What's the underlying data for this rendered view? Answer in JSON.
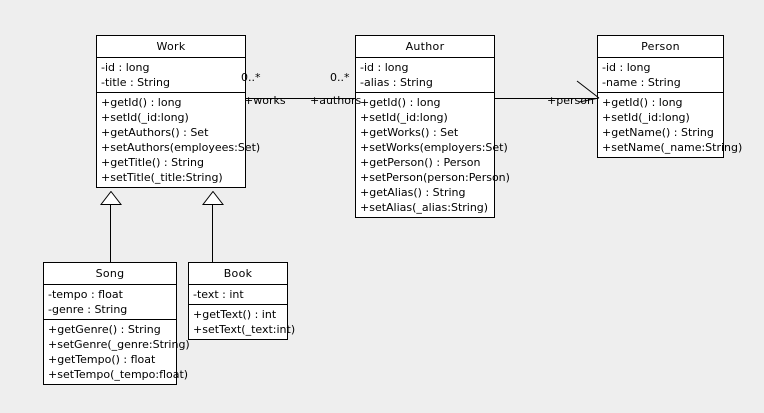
{
  "diagram": {
    "title": "UML Class Diagram",
    "background_color": "#eeeeee",
    "line_color": "#000000",
    "class_fill_color": "#ffffff"
  },
  "classes": {
    "work": {
      "name": "Work",
      "attributes": [
        "-id : long",
        "-title : String"
      ],
      "methods": [
        "+getId() : long",
        "+setId(_id:long)",
        "+getAuthors() : Set",
        "+setAuthors(employees:Set)",
        "+getTitle() : String",
        "+setTitle(_title:String)"
      ]
    },
    "author": {
      "name": "Author",
      "attributes": [
        "-id : long",
        "-alias : String"
      ],
      "methods": [
        "+getId() : long",
        "+setId(_id:long)",
        "+getWorks() : Set",
        "+setWorks(employers:Set)",
        "+getPerson() : Person",
        "+setPerson(person:Person)",
        "+getAlias() : String",
        "+setAlias(_alias:String)"
      ]
    },
    "person": {
      "name": "Person",
      "attributes": [
        "-id : long",
        "-name : String"
      ],
      "methods": [
        "+getId() : long",
        "+setId(_id:long)",
        "+getName() : String",
        "+setName(_name:String)"
      ]
    },
    "song": {
      "name": "Song",
      "attributes": [
        "-tempo : float",
        "-genre : String"
      ],
      "methods": [
        "+getGenre() : String",
        "+setGenre(_genre:String)",
        "+getTempo() : float",
        "+setTempo(_tempo:float)"
      ]
    },
    "book": {
      "name": "Book",
      "attributes": [
        "-text : int"
      ],
      "methods": [
        "+getText() : int",
        "+setText(_text:int)"
      ]
    }
  },
  "relationships": {
    "work_author": {
      "type": "association",
      "source_multiplicity": "0..*",
      "target_multiplicity": "0..*",
      "source_role": "+works",
      "target_role": "+authors"
    },
    "author_person": {
      "type": "directed-association",
      "role": "+person"
    },
    "song_work": {
      "type": "generalization",
      "subclass": "Song",
      "superclass": "Work"
    },
    "book_work": {
      "type": "generalization",
      "subclass": "Book",
      "superclass": "Work"
    }
  }
}
